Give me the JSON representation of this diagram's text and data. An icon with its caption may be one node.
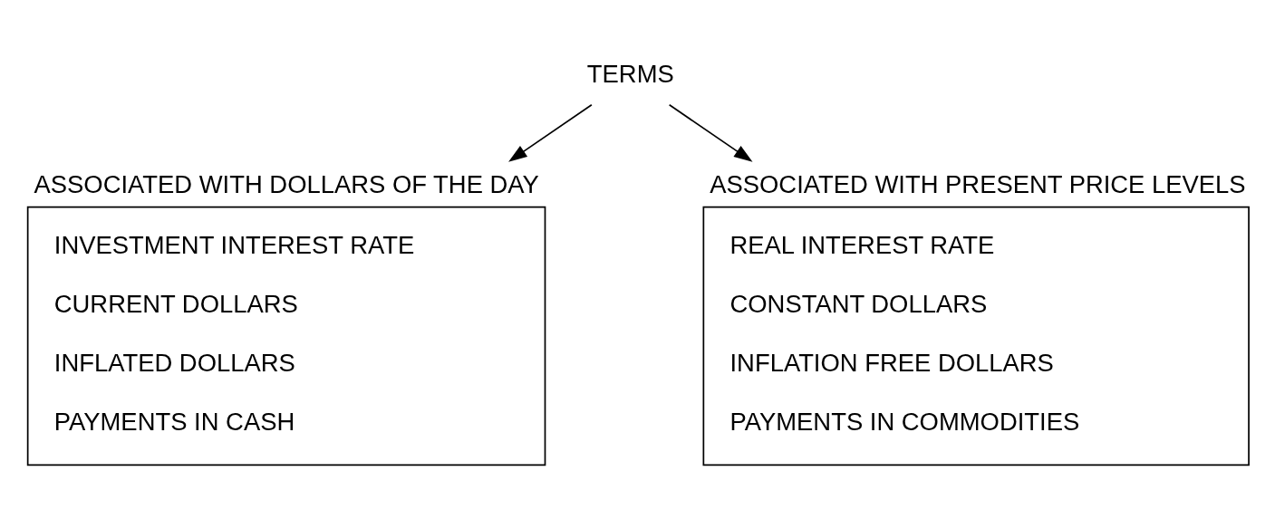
{
  "diagram": {
    "nodes": [
      {
        "text": [
          "TERMS"
        ]
      },
      {
        "text": [
          "ASSOCIATED WITH DOLLARS OF THE DAY",
          "INVESTMENT INTEREST RATE",
          "CURRENT DOLLARS",
          "INFLATED DOLLARS",
          "PAYMENTS IN CASH"
        ]
      },
      {
        "text": [
          "ASSOCIATED WITH PRESENT PRICE LEVELS",
          "REAL INTEREST RATE",
          "CONSTANT DOLLARS",
          "INFLATION FREE DOLLARS",
          "PAYMENTS IN COMMODITIES"
        ]
      }
    ],
    "edges": [
      {
        "from": 0,
        "to": 1,
        "arrow": "to"
      },
      {
        "from": 0,
        "to": 2,
        "arrow": "to"
      }
    ]
  }
}
